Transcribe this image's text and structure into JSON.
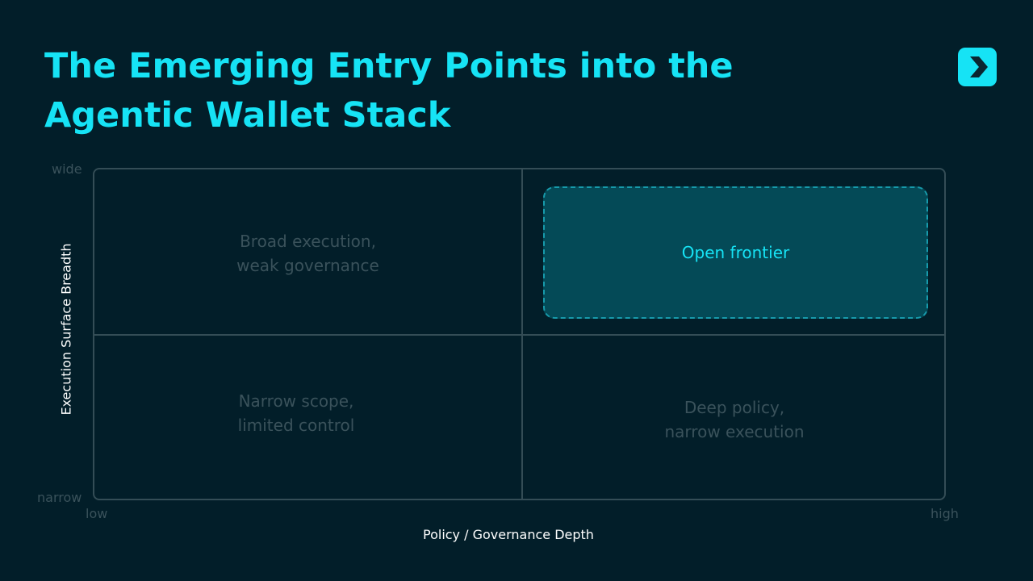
{
  "title": "The Emerging Entry Points into the Agentic Wallet Stack",
  "icon": "chevron-right-icon",
  "y_axis": {
    "label": "Execution Surface Breadth",
    "top": "wide",
    "bottom": "narrow"
  },
  "x_axis": {
    "label": "Policy / Governance Depth",
    "left": "low",
    "right": "high"
  },
  "quadrants": {
    "top_left": [
      "Broad execution,",
      "weak governance"
    ],
    "top_right": "Open frontier",
    "bottom_left": [
      "Narrow scope,",
      "limited control"
    ],
    "bottom_right": [
      "Deep policy,",
      "narrow execution"
    ]
  },
  "colors": {
    "accent": "#16e3f5",
    "background": "#021e29",
    "highlight": "#044a57"
  }
}
